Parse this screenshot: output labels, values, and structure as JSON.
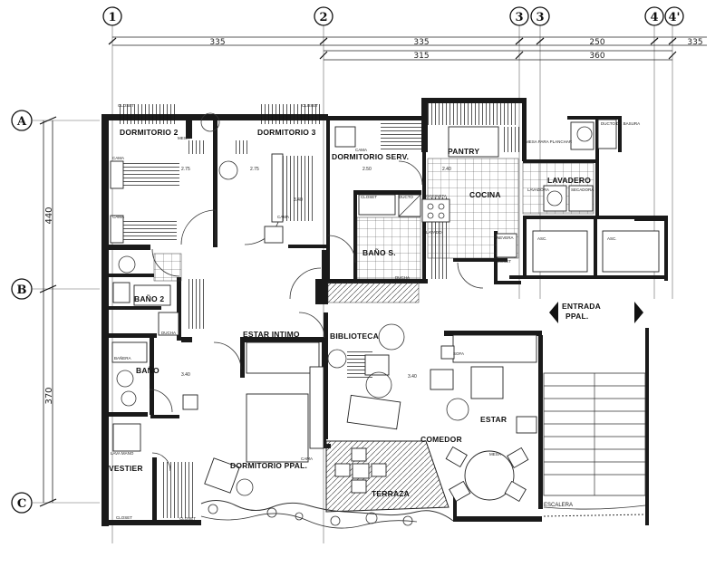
{
  "axes": {
    "vertical": [
      "1",
      "2",
      "3",
      "3",
      "4",
      "4'"
    ],
    "horizontal": [
      "A",
      "B",
      "C"
    ]
  },
  "dimensions_top_row1": [
    "335",
    "335",
    "250",
    "335"
  ],
  "dimensions_top_row2": [
    "315",
    "360"
  ],
  "dimensions_left": [
    "440",
    "370"
  ],
  "rooms": {
    "dormitorio2": "DORMITORIO 2",
    "dormitorio3": "DORMITORIO 3",
    "dormitorio_serv": "DORMITORIO SERV.",
    "pantry": "PANTRY",
    "cocina": "COCINA",
    "lavadero": "LAVADERO",
    "bano_s": "BAÑO S.",
    "bano2": "BAÑO 2",
    "bano": "BAÑO",
    "vestier": "VESTIER",
    "estar_intimo": "ESTAR INTIMO",
    "biblioteca": "BIBLIOTECA",
    "estar": "ESTAR",
    "comedor": "COMEDOR",
    "dormitorio_ppal": "DORMITORIO PPAL.",
    "terraza": "TERRAZA",
    "entrada_l1": "ENTRADA",
    "entrada_l2": "PPAL.",
    "escalera": "ESCALERA"
  },
  "small_labels": {
    "closet": "CLOSET",
    "mesa": "MESA",
    "cama": "CAMA",
    "ducto": "DUCTO",
    "ducto_basura": "DUCTO DE BASURA",
    "mesa_planchar": "MESA PARA PLANCHAR",
    "lavadora": "LAVADORA",
    "secadora": "SECADORA",
    "asc": "ASC.",
    "sofa": "SOFA",
    "nevera": "NEVERA",
    "cocineta": "COCINETA",
    "lava_mano": "LAVA MANO",
    "banera": "BAÑERA",
    "ducha": "DUCHA",
    "lavado": "LAVADO"
  },
  "interior_dims": [
    "2.75",
    "2.75",
    "2.50",
    "2.40",
    "3.40",
    "3.40",
    "3.40"
  ]
}
